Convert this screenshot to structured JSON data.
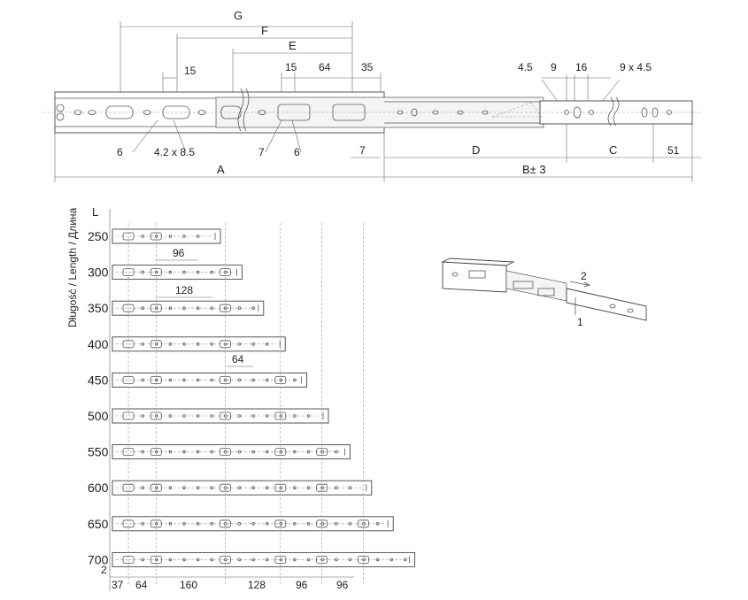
{
  "top_view": {
    "dim_G": "G",
    "dim_F": "F",
    "dim_E": "E",
    "dim_15a": "15",
    "dim_15b": "15",
    "dim_64": "64",
    "dim_35": "35",
    "dim_4_5": "4.5",
    "dim_9": "9",
    "dim_16": "16",
    "dim_9x4_5": "9 x 4.5",
    "dim_6a": "6",
    "dim_4_2x8_5": "4.2 x 8.5",
    "dim_7a": "7",
    "dim_6b": "6",
    "dim_7b": "7",
    "dim_D": "D",
    "dim_C": "C",
    "dim_51": "51",
    "dim_A": "A",
    "dim_B": "B± 3"
  },
  "length_table": {
    "axis_label": "Długość / Length / Длина",
    "header": "L",
    "lengths": [
      "250",
      "300",
      "350",
      "400",
      "450",
      "500",
      "550",
      "600",
      "650",
      "700"
    ],
    "step_labels": {
      "s96": "96",
      "s128": "128",
      "s64": "64"
    },
    "bottom_labels": [
      "2",
      "37",
      "64",
      "160",
      "128",
      "96",
      "96"
    ]
  },
  "isometric": {
    "arrow_label_2": "2",
    "arrow_label_1": "1"
  }
}
